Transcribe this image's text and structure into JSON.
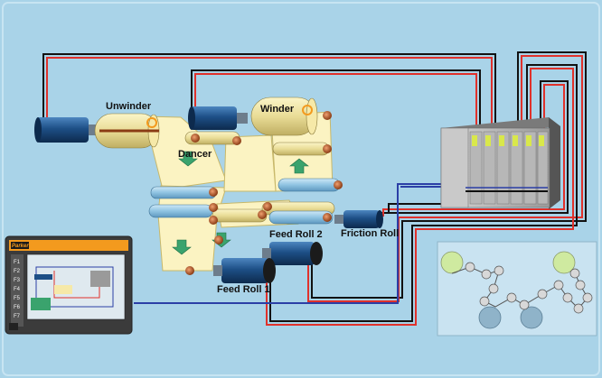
{
  "labels": {
    "unwinder": "Unwinder",
    "winder": "Winder",
    "dancer": "Dancer",
    "feed_roll_2": "Feed Roll 2",
    "friction_roll": "Friction Roll",
    "feed_roll_1": "Feed Roll 1"
  },
  "hmi": {
    "brand": "Parker",
    "function_keys": [
      "F1",
      "F2",
      "F3",
      "F4",
      "F5",
      "F6",
      "F7"
    ]
  },
  "colors": {
    "background": "#a9d3e8",
    "wire_red": "#e0312b",
    "wire_black": "#111111",
    "wire_blue": "#2b3fa6",
    "motor_blue": "#1d4f86",
    "hmi_accent": "#f39a1e"
  }
}
